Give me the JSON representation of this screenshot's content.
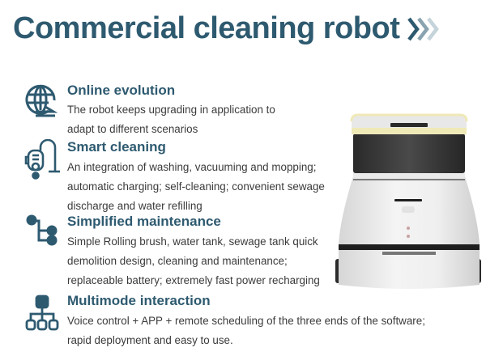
{
  "header": {
    "title": "Commercial cleaning robot",
    "decoration": "triple-chevron-right-icon",
    "colors": {
      "primary": "#2e5a70",
      "chevron_mid": "#8aa3b0",
      "chevron_light": "#c5d3da"
    }
  },
  "features": [
    {
      "icon": "globe-icon",
      "title": "Online evolution",
      "lines": [
        "The robot keeps upgrading in application to",
        "adapt to different scenarios"
      ]
    },
    {
      "icon": "vacuum-cleaner-icon",
      "title": "Smart cleaning",
      "lines": [
        "An integration of washing, vacuuming and mopping;",
        "automatic charging; self-cleaning; convenient sewage",
        "discharge and water refilling"
      ]
    },
    {
      "icon": "branch-nodes-icon",
      "title": "Simplified maintenance",
      "lines": [
        "Simple Rolling brush, water tank, sewage tank quick",
        "demolition design, cleaning and maintenance;",
        "replaceable battery; extremely fast power recharging"
      ]
    },
    {
      "icon": "org-chart-icon",
      "title": "Multimode interaction",
      "lines": [
        "Voice control + APP + remote scheduling of the three ends of the software;",
        "rapid deployment and easy to use."
      ]
    }
  ],
  "image": {
    "subject": "commercial-cleaning-robot-illustration"
  },
  "colors": {
    "text": "#3b3b3b",
    "accent": "#2e5a70"
  }
}
